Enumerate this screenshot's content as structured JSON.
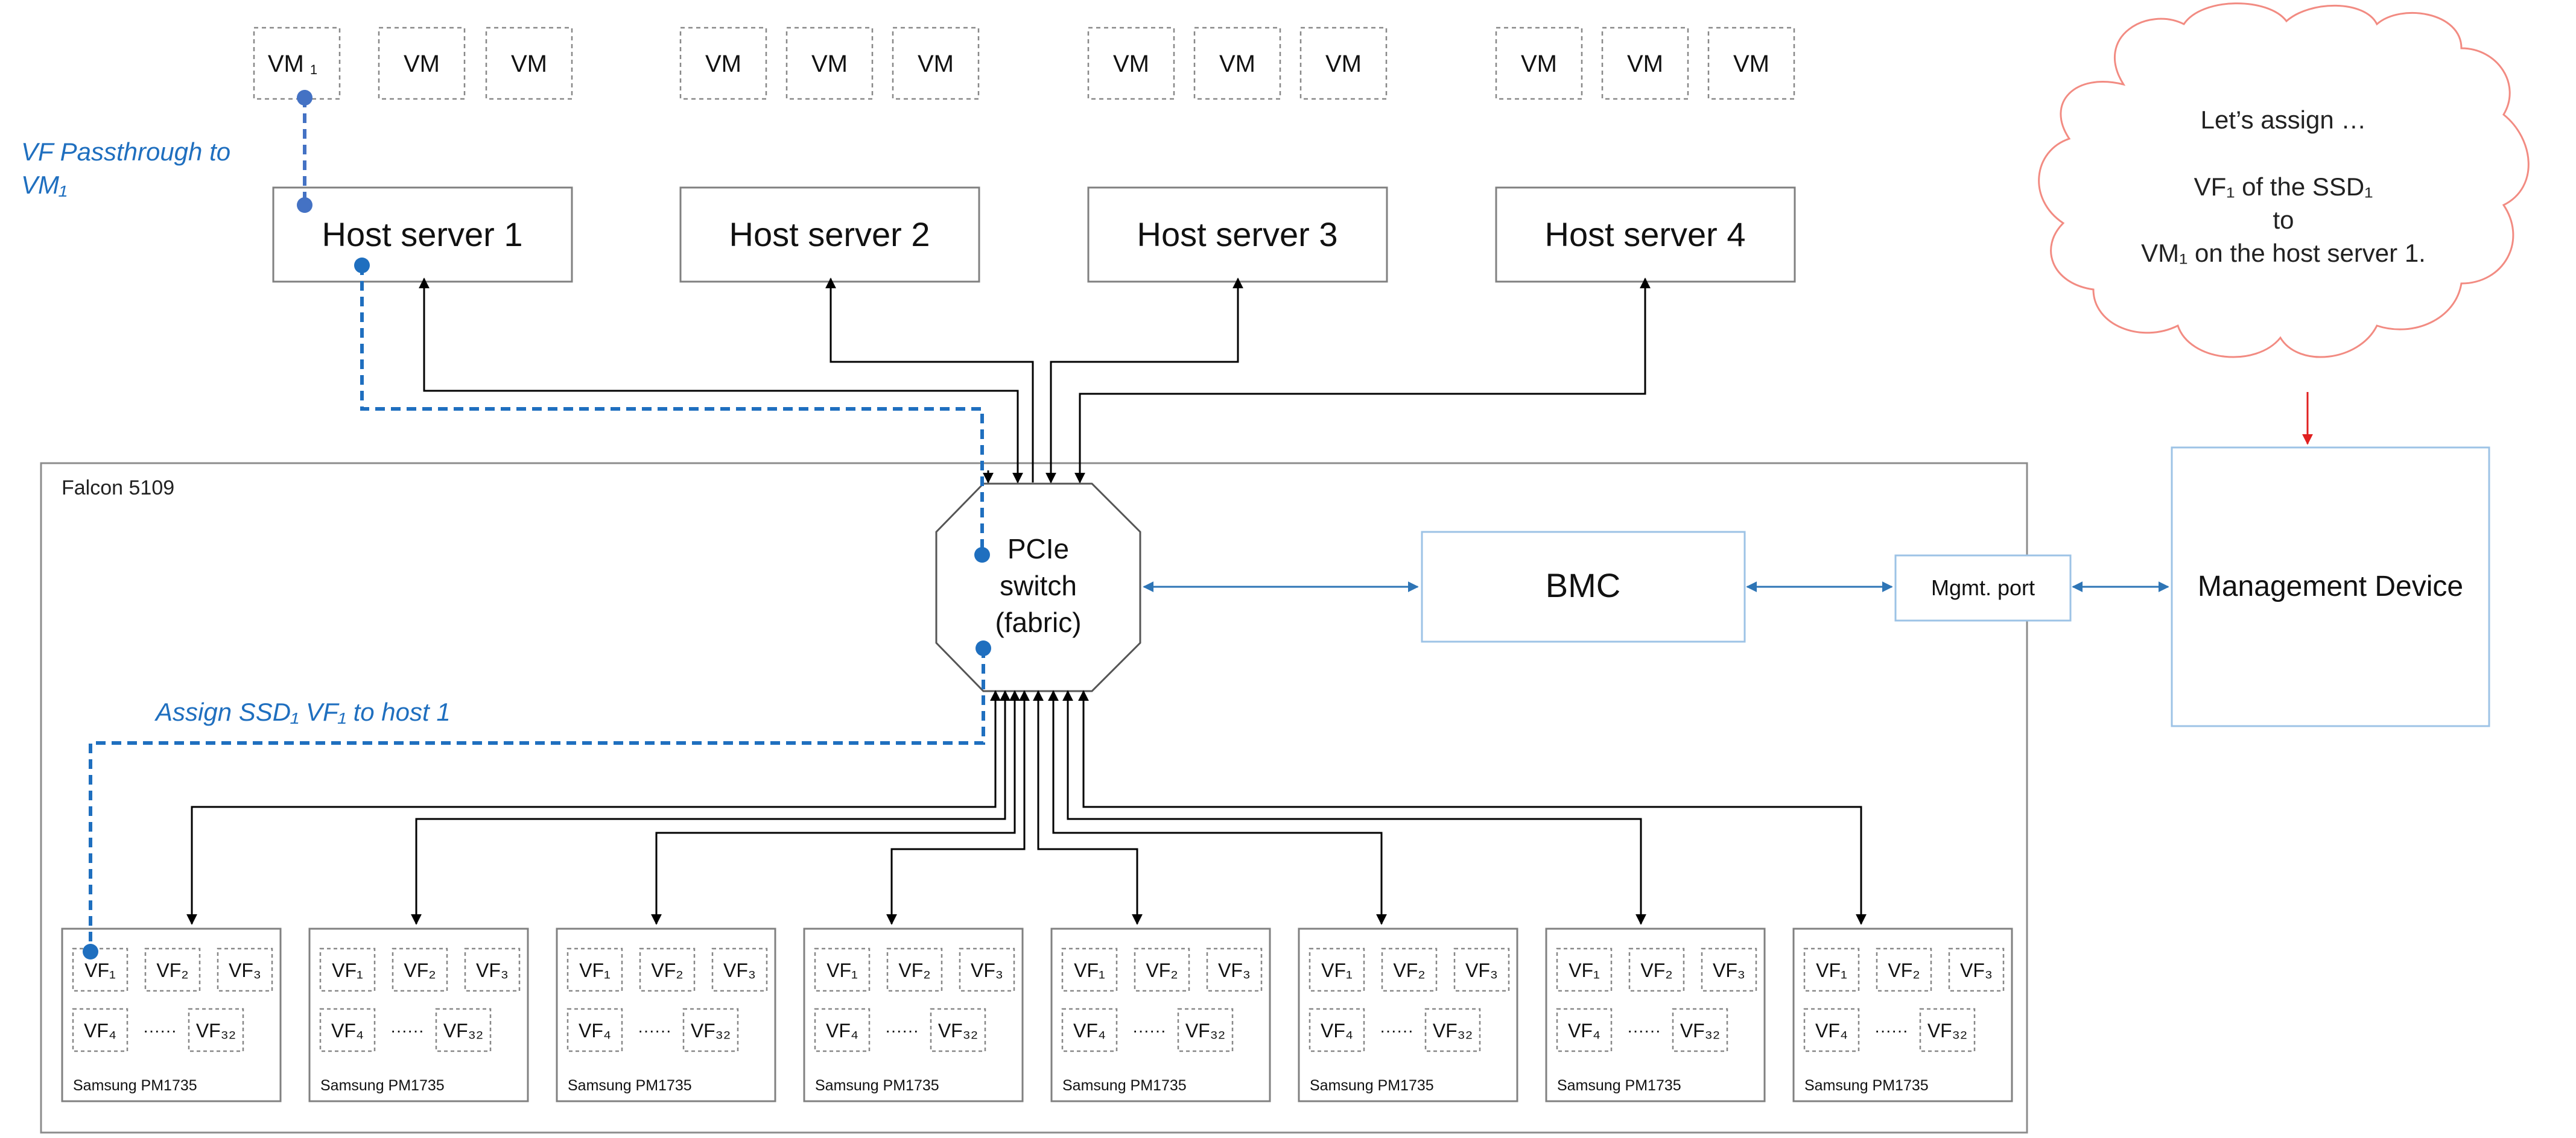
{
  "vm_label": "VM",
  "vm_subscript": "1",
  "hosts": [
    "Host server 1",
    "Host server 2",
    "Host server 3",
    "Host server 4"
  ],
  "chassis_label": "Falcon 5109",
  "switch_label": [
    "PCIe",
    "switch",
    "(fabric)"
  ],
  "bmc_label": "BMC",
  "mgmt_port_label": "Mgmt. port",
  "management_device_label": "Management Device",
  "cloud_lines": [
    "Let’s assign …",
    "VF₁ of the SSD₁",
    "to",
    "VM₁ on the host server 1."
  ],
  "annotation_passthrough": [
    "VF Passthrough to",
    "VM₁"
  ],
  "annotation_assign": "Assign SSD₁ VF₁ to host 1",
  "ssd_label": "Samsung PM1735",
  "vf_labels": [
    "VF₁",
    "VF₂",
    "VF₃",
    "VF₄",
    "VF₃₂"
  ],
  "vf_ellipsis": "······",
  "colors": {
    "blue_dashed": "#1f6fbf",
    "blue_dot": "#4472c4",
    "blue_box": "#9dc3e6",
    "blue_arrow": "#2e75b6",
    "cloud_stroke": "#f28b82",
    "red_arrow": "#e02020",
    "annotation_text": "#1f6fbf",
    "line": "#000000",
    "gray_box": "#808080"
  }
}
